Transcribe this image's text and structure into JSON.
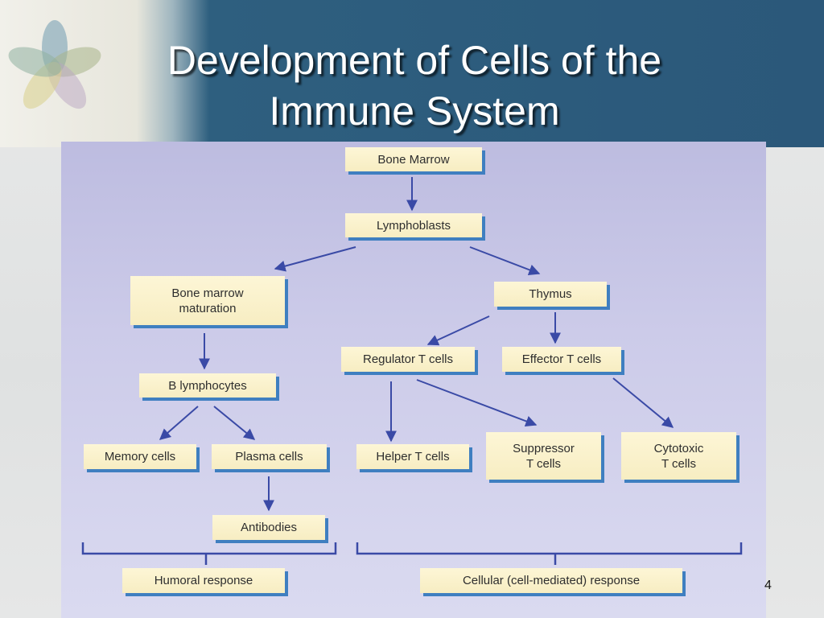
{
  "slide": {
    "title_line1": "Development of Cells of the",
    "title_line2": "Immune System",
    "page_number": "4"
  },
  "diagram": {
    "bone_marrow": "Bone Marrow",
    "lymphoblasts": "Lymphoblasts",
    "bone_marrow_maturation_line1": "Bone marrow",
    "bone_marrow_maturation_line2": "maturation",
    "thymus": "Thymus",
    "b_lymphocytes": "B lymphocytes",
    "regulator_t_cells": "Regulator T cells",
    "effector_t_cells": "Effector T cells",
    "memory_cells": "Memory cells",
    "plasma_cells": "Plasma cells",
    "helper_t_cells": "Helper T cells",
    "suppressor_line1": "Suppressor",
    "suppressor_line2": "T cells",
    "cytotoxic_line1": "Cytotoxic",
    "cytotoxic_line2": "T cells",
    "antibodies": "Antibodies",
    "humoral_response": "Humoral response",
    "cellular_response": "Cellular (cell-mediated) response"
  },
  "colors": {
    "header_blue": "#2b587a",
    "box_fill": "#f7edc2",
    "box_shadow": "#3f7fc0",
    "arrow": "#3a4aa6",
    "panel": "#cccbe9"
  }
}
